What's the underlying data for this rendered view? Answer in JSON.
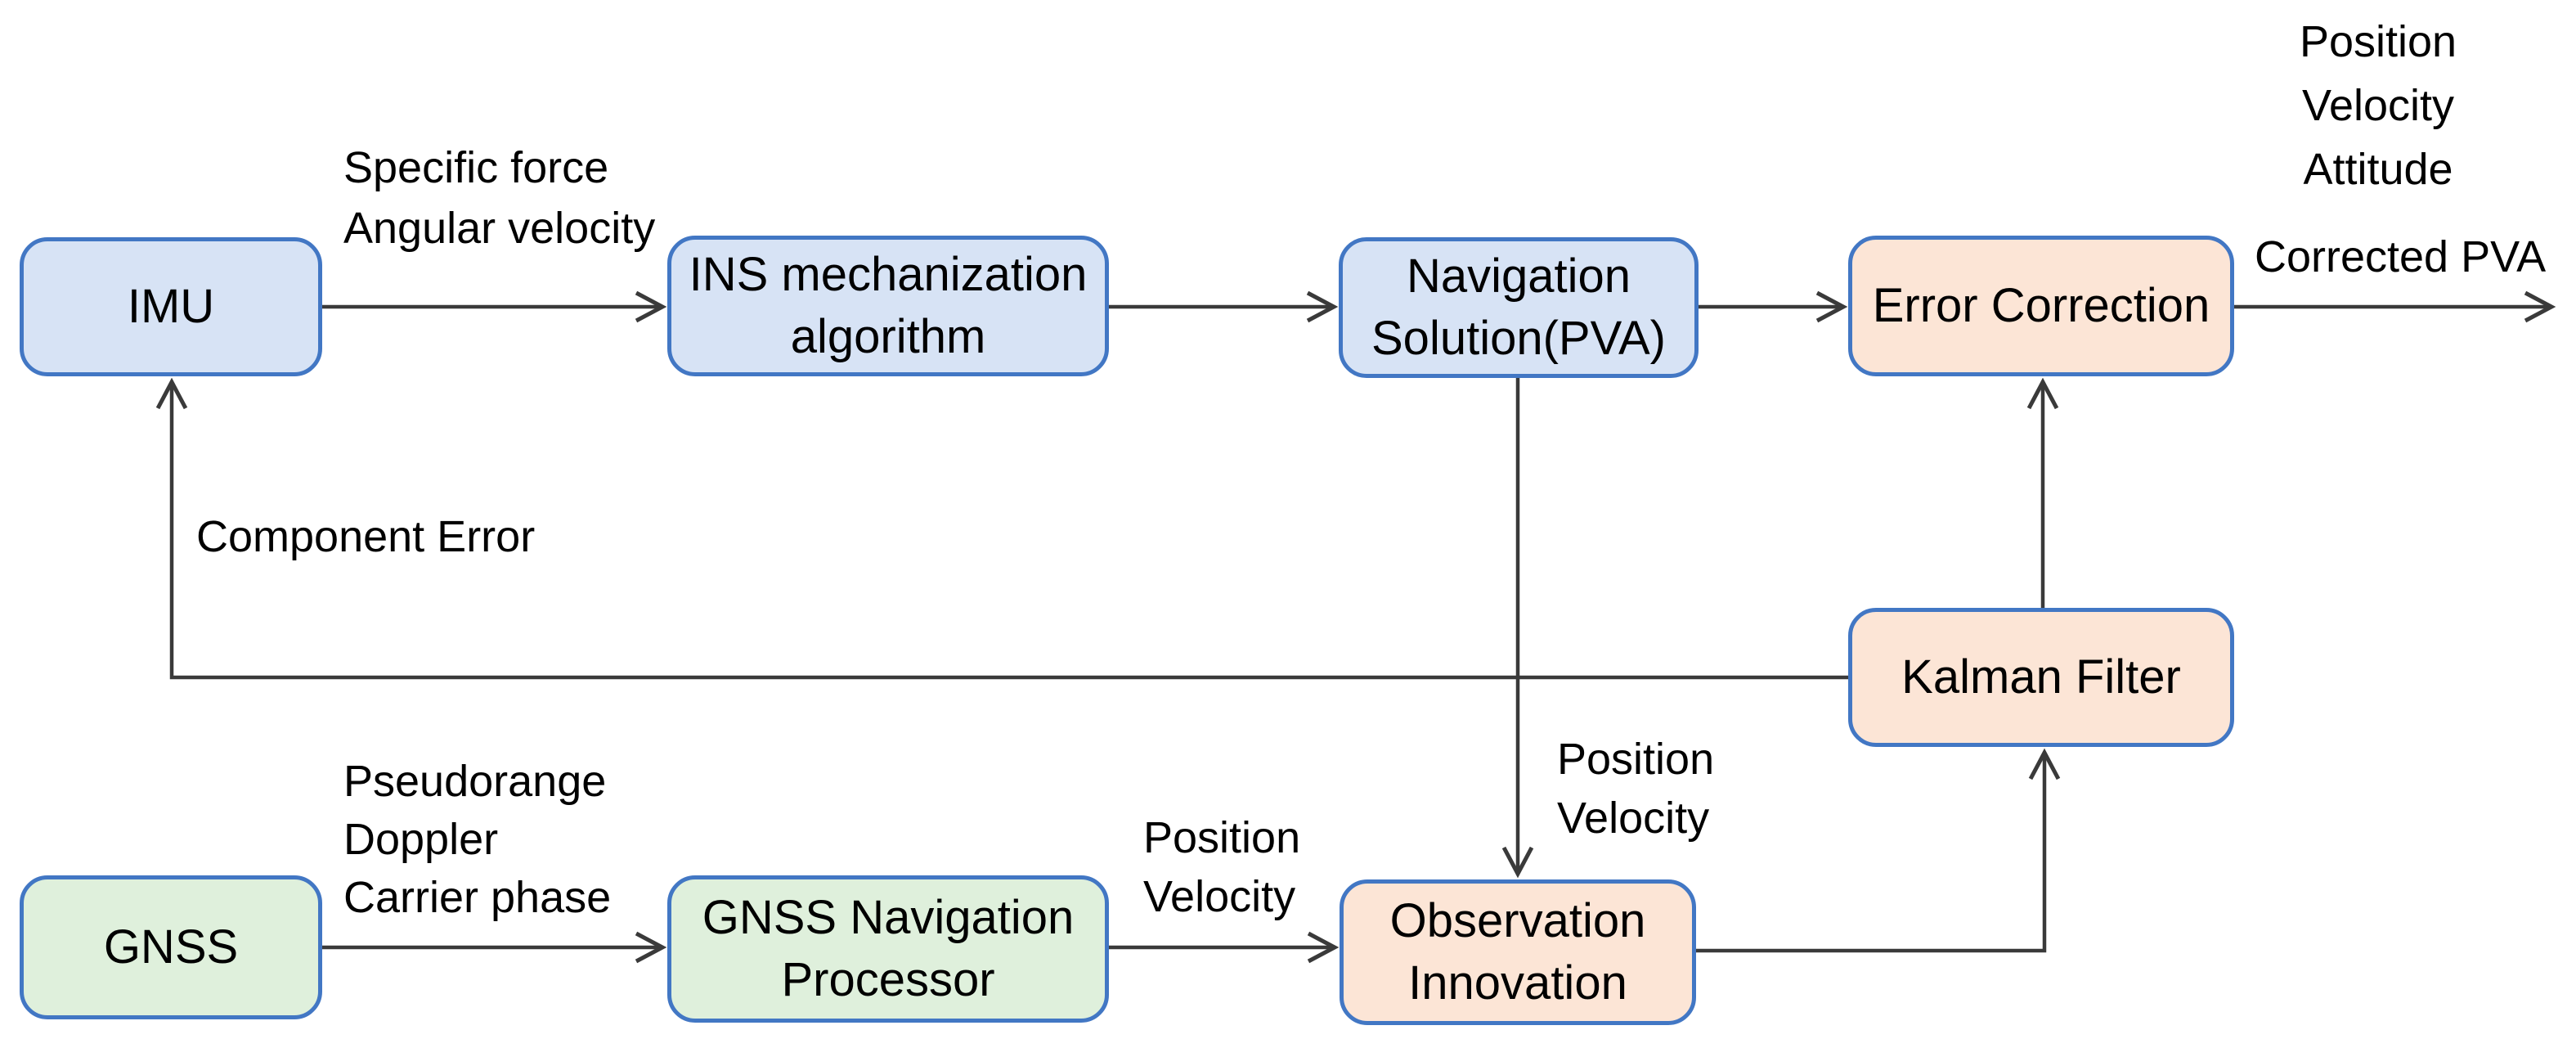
{
  "boxes": {
    "imu": {
      "label": "IMU"
    },
    "ins_mechanization": {
      "line1": "INS mechanization",
      "line2": "algorithm"
    },
    "navigation_solution": {
      "line1": "Navigation",
      "line2": "Solution(PVA)"
    },
    "error_correction": {
      "label": "Error Correction"
    },
    "kalman_filter": {
      "label": "Kalman Filter"
    },
    "gnss": {
      "label": "GNSS"
    },
    "gnss_processor": {
      "line1": "GNSS Navigation",
      "line2": "Processor"
    },
    "observation_innovation": {
      "line1": "Observation",
      "line2": "Innovation"
    }
  },
  "labels": {
    "imu_output": {
      "line1": "Specific force",
      "line2": "Angular velocity"
    },
    "component_error": {
      "text": "Component Error"
    },
    "gnss_output": {
      "line1": "Pseudorange",
      "line2": "Doppler",
      "line3": "Carrier phase"
    },
    "processor_output": {
      "line1": "Position",
      "line2": "Velocity"
    },
    "nav_solution_output": {
      "line1": "Position",
      "line2": "Velocity"
    },
    "final_output": {
      "line1": "Position",
      "line2": "Velocity",
      "line3": "Attitude"
    },
    "corrected_pva": {
      "text": "Corrected PVA"
    }
  },
  "colors": {
    "blue_box_fill": "#d7e3f5",
    "green_box_fill": "#dff0dc",
    "peach_box_fill": "#fce5d6",
    "box_border": "#4277c4",
    "connector": "#3a3a3a",
    "text": "#000000",
    "background": "#ffffff"
  }
}
